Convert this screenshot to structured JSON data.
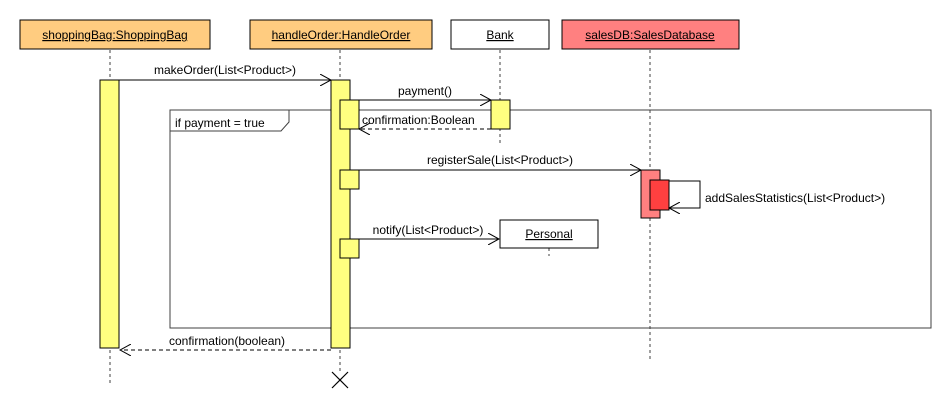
{
  "colors": {
    "object_orange": "#ffcc80",
    "object_white": "#ffffff",
    "object_red": "#ff8080",
    "activation_yellow": "#ffff80",
    "activation_red": "#ff8080",
    "activation_red_dark": "#ff4040",
    "stroke": "#000000",
    "lifeline": "#404040"
  },
  "objects": [
    {
      "id": "shoppingBag",
      "label": "shoppingBag:ShoppingBag",
      "color": "#ffcc80"
    },
    {
      "id": "handleOrder",
      "label": "handleOrder:HandleOrder",
      "color": "#ffcc80"
    },
    {
      "id": "bank",
      "label": "Bank",
      "color": "#ffffff"
    },
    {
      "id": "salesDB",
      "label": "salesDB:SalesDatabase",
      "color": "#ff8080"
    }
  ],
  "created_object": {
    "label": "Personal"
  },
  "fragment": {
    "guard": "if payment = true"
  },
  "messages": {
    "make_order": "makeOrder(List<Product>)",
    "payment": "payment()",
    "confirmation_bank": "confirmation:Boolean",
    "register_sale": "registerSale(List<Product>)",
    "add_sales_statistics": "addSalesStatistics(List<Product>)",
    "notify": "notify(List<Product>)",
    "confirmation_return": "confirmation(boolean)"
  },
  "destruction_icon": "x-destroy-icon"
}
